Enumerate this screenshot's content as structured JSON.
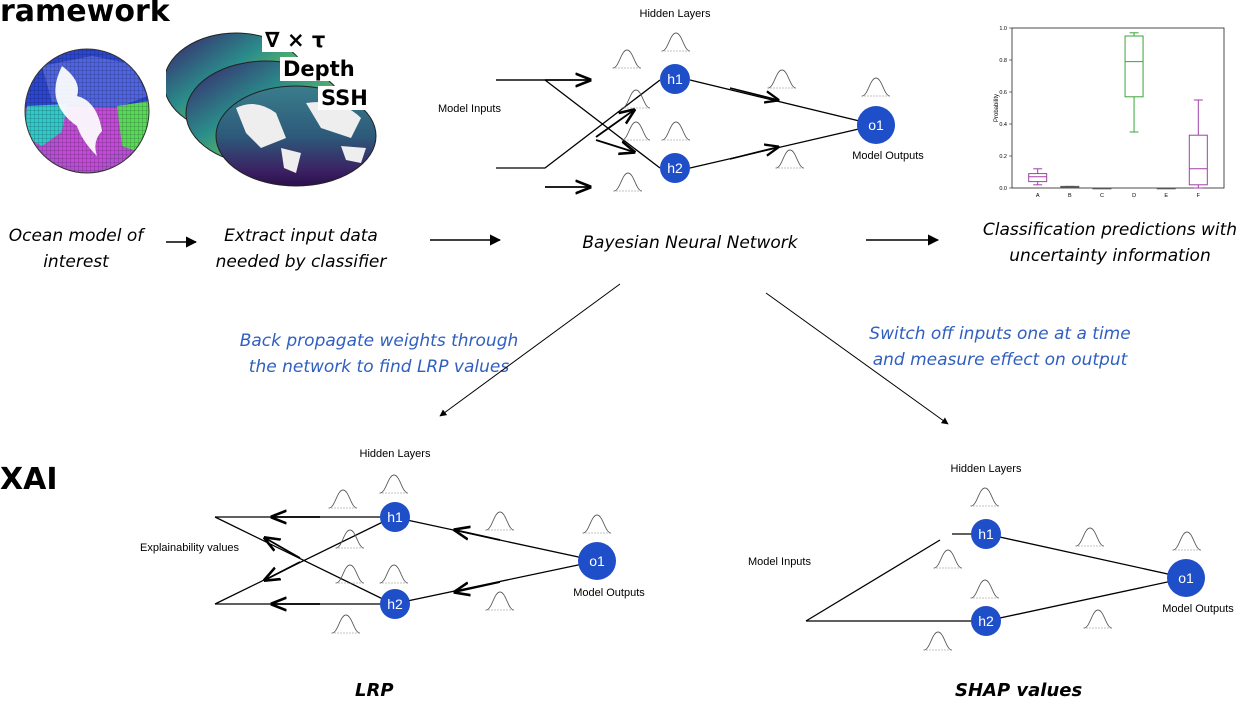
{
  "headings": {
    "framework": "ramework",
    "xai": "XAI"
  },
  "pipeline": {
    "step1": "Ocean model of interest",
    "step2": "Extract input data needed by classifier",
    "step3": "Bayesian Neural Network",
    "step4": "Classification predictions with uncertainty information"
  },
  "input_variables": [
    "∇ × τ",
    "Depth",
    "SSH"
  ],
  "branches": {
    "lrp_note": "Back propagate weights through the network to find LRP values",
    "shap_note": "Switch off inputs one at a time and measure effect on output",
    "lrp_title": "LRP",
    "shap_title": "SHAP values"
  },
  "network_top": {
    "hidden_label": "Hidden Layers",
    "inputs_label": "Model Inputs",
    "outputs_label": "Model Outputs",
    "nodes": [
      "h1",
      "h2",
      "o1"
    ]
  },
  "network_lrp": {
    "hidden_label": "Hidden Layers",
    "explain_label": "Explainability values",
    "outputs_label": "Model Outputs",
    "nodes": [
      "h1",
      "h2",
      "o1"
    ]
  },
  "network_shap": {
    "hidden_label": "Hidden Layers",
    "inputs_label": "Model Inputs",
    "outputs_label": "Model Outputs",
    "nodes": [
      "h1",
      "h2",
      "o1"
    ]
  },
  "colors": {
    "node": "#1f4ec9",
    "note_text": "#2f5fc0",
    "box_green": "#3aa53a",
    "box_purple": "#a040a8"
  },
  "chart_data": {
    "type": "box",
    "categories": [
      "A",
      "B",
      "C",
      "D",
      "E",
      "F"
    ],
    "ylabel": "Probability",
    "ylim": [
      0,
      1.0
    ],
    "yticks": [
      "0.0",
      "0.2",
      "0.4",
      "0.6",
      "0.8",
      "1.0"
    ],
    "series": [
      {
        "category": "A",
        "min": 0.02,
        "q1": 0.04,
        "median": 0.07,
        "q3": 0.09,
        "max": 0.12,
        "color": "#a040a8"
      },
      {
        "category": "B",
        "min": 0.0,
        "q1": 0.0,
        "median": 0.005,
        "q3": 0.01,
        "max": 0.01,
        "color": "#555555"
      },
      {
        "category": "C",
        "min": 0.0,
        "q1": 0.0,
        "median": 0.0,
        "q3": 0.0,
        "max": 0.0,
        "color": "#555555"
      },
      {
        "category": "D",
        "min": 0.35,
        "q1": 0.57,
        "median": 0.79,
        "q3": 0.95,
        "max": 0.97,
        "color": "#3aa53a"
      },
      {
        "category": "E",
        "min": 0.0,
        "q1": 0.0,
        "median": 0.0,
        "q3": 0.0,
        "max": 0.0,
        "color": "#555555"
      },
      {
        "category": "F",
        "min": 0.0,
        "q1": 0.02,
        "median": 0.12,
        "q3": 0.33,
        "max": 0.55,
        "color": "#a040a8"
      }
    ]
  }
}
